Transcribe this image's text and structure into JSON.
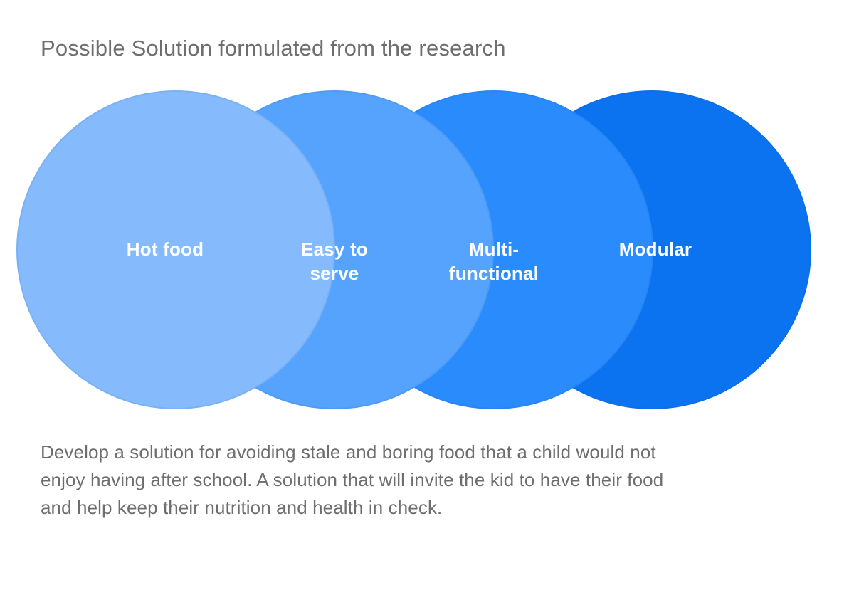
{
  "title": "Possible Solution formulated from the research",
  "description": "Develop a solution for avoiding stale and boring food that a child would not\nenjoy having after school. A solution that will invite the kid to have their food\nand help keep their nutrition and health in check.",
  "diagram": {
    "type": "overlapping-circles",
    "label_color": "#ffffff",
    "circles": [
      {
        "label": "Hot food",
        "color": "#85bbfc"
      },
      {
        "label": "Easy to\nserve",
        "color": "#55a3fc"
      },
      {
        "label": "Multi-\nfunctional",
        "color": "#2a8bfc"
      },
      {
        "label": "Modular",
        "color": "#0b73ef"
      }
    ]
  },
  "colors": {
    "background": "#ffffff",
    "text_gray": "#6e6e6e"
  }
}
